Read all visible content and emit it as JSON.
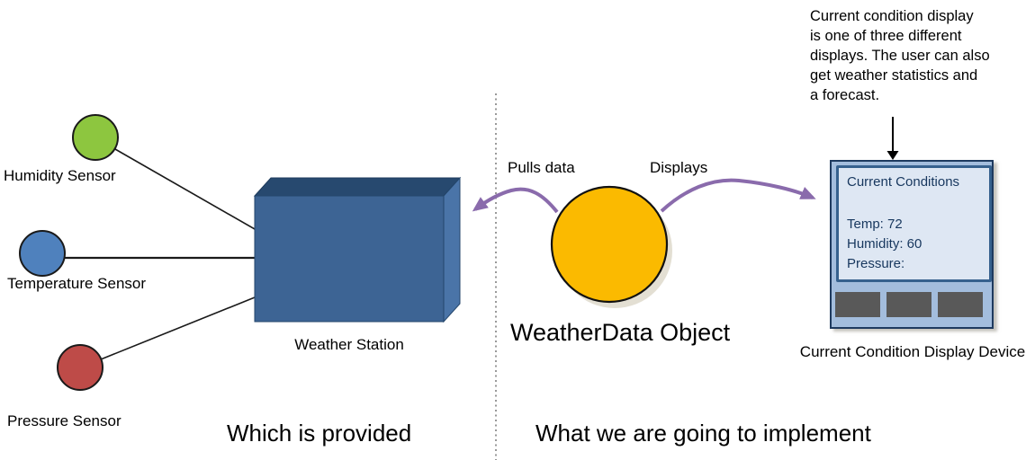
{
  "colors": {
    "humidity_sensor": "#8DC63F",
    "temperature_sensor": "#4F81BD",
    "pressure_sensor": "#BE4B48",
    "circle_outline": "#1a1a1a",
    "weatherdata_object": "#FBBA00",
    "object_shadow": "#ded9cb",
    "station_front": "#3D6494",
    "station_top": "#27496F",
    "station_side": "#4A74A8",
    "station_outline": "#24466B",
    "arrow_purple": "#8A6BAC",
    "divider_gray": "#7F7F7F",
    "connector_black": "#1a1a1a",
    "device_body": "#A3BDDD",
    "screen_bg": "#DEE7F3",
    "screen_text": "#17375E",
    "button_gray": "#595959"
  },
  "left_panel": {
    "sensors": [
      {
        "label": "Humidity Sensor"
      },
      {
        "label": "Temperature Sensor"
      },
      {
        "label": "Pressure Sensor"
      }
    ],
    "station_label": "Weather Station",
    "caption": "Which is provided"
  },
  "right_panel": {
    "pulls_label": "Pulls data",
    "displays_label": "Displays",
    "object_label": "WeatherData Object",
    "annotation_lines": [
      "Current condition display",
      "is one of three different",
      "displays. The user can also",
      "get weather statistics and",
      "a forecast."
    ],
    "device": {
      "screen_title": "Current Conditions",
      "readings": [
        "Temp: 72",
        "Humidity: 60",
        "Pressure:"
      ],
      "caption": "Current Condition Display Device"
    },
    "caption": "What we are going to implement"
  }
}
